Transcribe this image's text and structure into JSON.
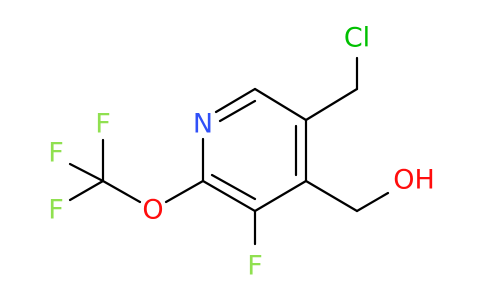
{
  "atoms": {
    "chlorine": {
      "text": "Cl",
      "color": "#00c000"
    },
    "nitrogen": {
      "text": "N",
      "color": "#3050f8"
    },
    "hydroxyl": {
      "text": "OH",
      "color": "#ff0d0d"
    },
    "ether_oxygen": {
      "text": "O",
      "color": "#ff0d0d"
    },
    "fluorine_ring": {
      "text": "F",
      "color": "#90e050"
    },
    "fluorine_cf3_top": {
      "text": "F",
      "color": "#90e050"
    },
    "fluorine_cf3_left": {
      "text": "F",
      "color": "#90e050"
    },
    "fluorine_cf3_bottom": {
      "text": "F",
      "color": "#90e050"
    }
  },
  "bond_color": "#000000"
}
